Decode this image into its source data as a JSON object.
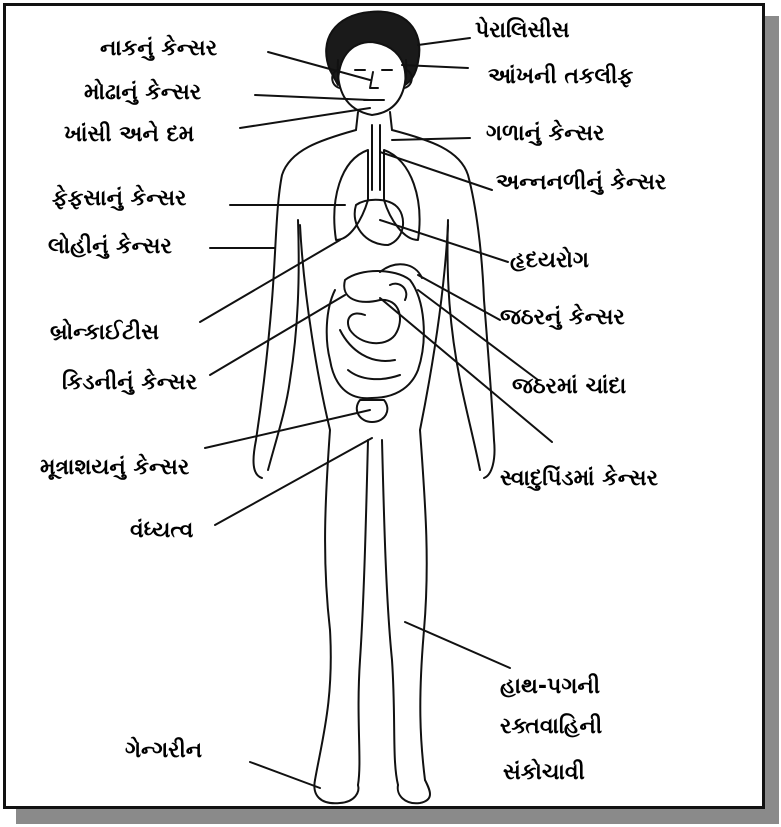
{
  "labels": {
    "nose_cancer": "નાકનું કેન્સર",
    "mouth_cancer": "મોઢાનું કેન્સર",
    "cough_asthma": "ખાંસી અને દમ",
    "lung_cancer": "ફેફસાનું કેન્સર",
    "blood_cancer": "લોહીનું કેન્સર",
    "bronchitis": "બ્રોન્કાઈટીસ",
    "kidney_cancer": "કિડનીનું કેન્સર",
    "bladder_cancer": "મૂત્રાશયનું કેન્સર",
    "infertility": "વંધ્યત્વ",
    "gangrene": "ગેન્ગરીન",
    "paralysis": "પેરાલિસીસ",
    "eye_problem": "આંખની તકલીફ",
    "throat_cancer": "ગળાનું કેન્સર",
    "esophagus_cancer": "અન્નનળીનું કેન્સર",
    "heart_disease": "હૃદયરોગ",
    "stomach_cancer": "જઠરનું કેન્સર",
    "stomach_ulcer": "જઠરમાં ચાંદા",
    "pancreas_cancer": "સ્વાદુપિંડમાં કેન્સર",
    "vessel_line1": "હાથ-પગની",
    "vessel_line2": "રક્તવાહિની",
    "vessel_line3": "સંકોચાવી"
  }
}
